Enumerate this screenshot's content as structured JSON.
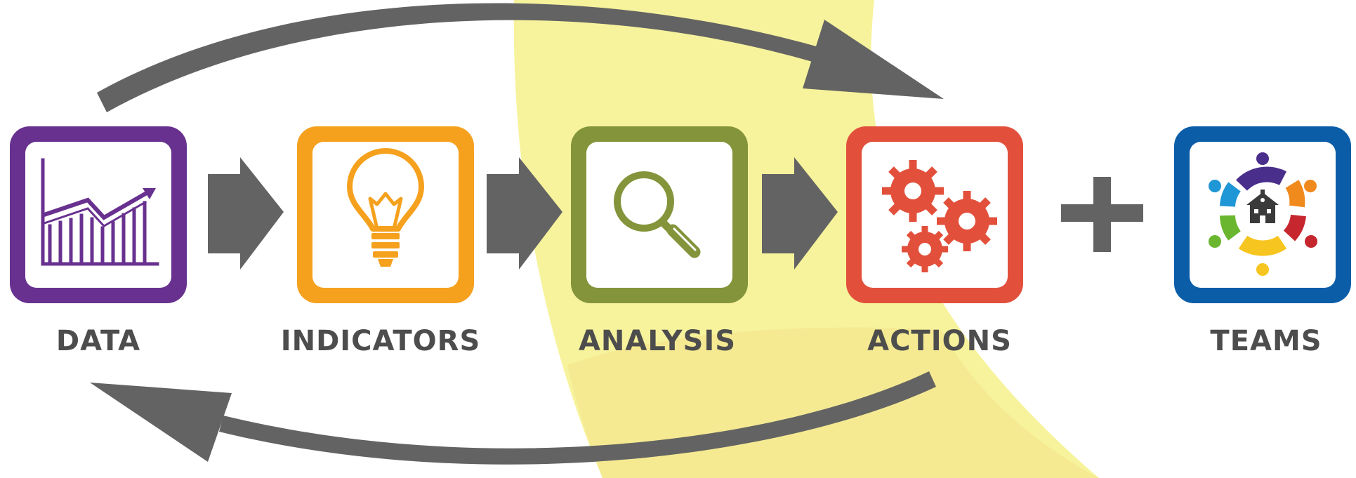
{
  "steps": [
    {
      "label": "DATA",
      "color": "#68318f",
      "icon": "bar-line-chart-icon"
    },
    {
      "label": "INDICATORS",
      "color": "#f5a11e",
      "icon": "lightbulb-icon"
    },
    {
      "label": "ANALYSIS",
      "color": "#84943b",
      "icon": "magnifier-icon"
    },
    {
      "label": "ACTIONS",
      "color": "#e2503c",
      "icon": "gears-icon"
    },
    {
      "label": "TEAMS",
      "color": "#0b5da8",
      "icon": "team-circle-icon"
    }
  ],
  "colors": {
    "arrow": "#636363",
    "highlight_band": "#f7f39c",
    "team_people": [
      "#4a2e8c",
      "#f08a1c",
      "#c6262e",
      "#f7c51f",
      "#6ab62f",
      "#1f96d6"
    ]
  }
}
